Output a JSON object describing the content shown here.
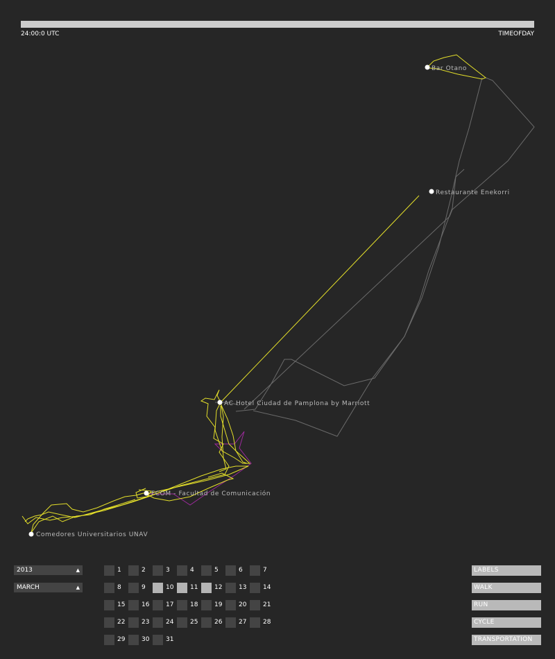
{
  "header": {
    "time_left": "24:00:0 UTC",
    "time_right": "TIMEOFDAY"
  },
  "colors": {
    "background": "#262626",
    "walk": "#e5e02a",
    "transportation": "#6b6b6b",
    "cycle": "#9c2a9c",
    "day_active": "#b4b4b4",
    "day_inactive": "#444444"
  },
  "places": [
    {
      "name": "Bar Otano"
    },
    {
      "name": "Restaurante Enekorri"
    },
    {
      "name": "AC Hotel Ciudad de Pamplona by Marriott"
    },
    {
      "name": "FCOM - Facultad de Comunicación"
    },
    {
      "name": "Comedores Universitarios UNAV"
    }
  ],
  "controls": {
    "year": "2013",
    "month": "MARCH"
  },
  "calendar": {
    "days": [
      "1",
      "2",
      "3",
      "4",
      "5",
      "6",
      "7",
      "8",
      "9",
      "10",
      "11",
      "12",
      "13",
      "14",
      "15",
      "16",
      "17",
      "18",
      "19",
      "20",
      "21",
      "22",
      "23",
      "24",
      "25",
      "26",
      "27",
      "28",
      "29",
      "30",
      "31"
    ],
    "active_days": [
      "10",
      "11",
      "12"
    ]
  },
  "buttons": {
    "labels": "LABELS",
    "walk": "WALK",
    "run": "RUN",
    "cycle": "CYCLE",
    "transportation": "TRANSPORTATION"
  }
}
